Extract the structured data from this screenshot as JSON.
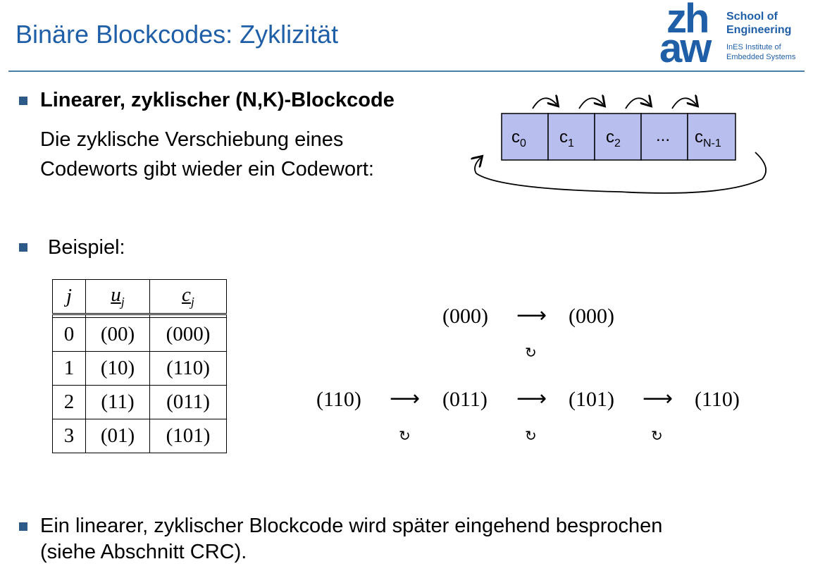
{
  "header": {
    "title": "Binäre Blockcodes: Zyklizität",
    "logo": {
      "zh": "zh",
      "aw": "aw",
      "school_line1": "School of",
      "school_line2": "Engineering",
      "ines_line1": "InES Institute of",
      "ines_line2": "Embedded Systems"
    }
  },
  "section1": {
    "heading": "Linearer, zyklischer (N,K)-Blockcode",
    "line1": "Die zyklische Verschiebung eines",
    "line2": "Codeworts gibt wieder ein Codewort:"
  },
  "shift_diagram": {
    "cells": [
      "c",
      "c",
      "c",
      "...",
      "c"
    ],
    "subscripts": [
      "0",
      "1",
      "2",
      "",
      "N-1"
    ]
  },
  "section2": {
    "label": "Beispiel:"
  },
  "code_table": {
    "headers": {
      "j": "j",
      "u": "u",
      "u_sub": "j",
      "c": "c",
      "c_sub": "j"
    },
    "rows": [
      {
        "j": "0",
        "u": "(00)",
        "c": "(000)"
      },
      {
        "j": "1",
        "u": "(10)",
        "c": "(110)"
      },
      {
        "j": "2",
        "u": "(11)",
        "c": "(011)"
      },
      {
        "j": "3",
        "u": "(01)",
        "c": "(101)"
      }
    ]
  },
  "cycles": {
    "row1": {
      "a": "(000)",
      "b": "(000)"
    },
    "row2": {
      "a": "(110)",
      "b": "(011)",
      "c": "(101)",
      "d": "(110)"
    },
    "arrow": "⟶",
    "rotate": "↻"
  },
  "section3": {
    "line1": "Ein linearer, zyklischer Blockcode wird später eingehend besprochen",
    "line2": "(siehe Abschnitt CRC)."
  },
  "colors": {
    "title": "#1f5fa8",
    "bullet": "#2e5a8a",
    "cell_fill": "#b8bfef",
    "rule": "#4a7fa8"
  }
}
